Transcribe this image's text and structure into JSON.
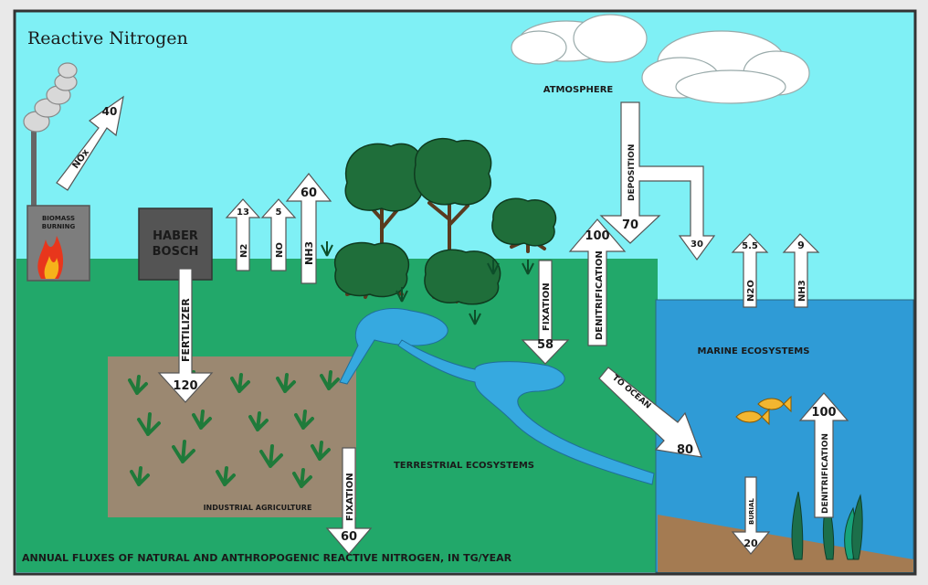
{
  "title": "Reactive Nitrogen",
  "caption": "ANNUAL FLUXES OF NATURAL AND ANTHROPOGENIC REACTIVE NITROGEN, IN TG/YEAR",
  "labels": {
    "atmosphere": "ATMOSPHERE",
    "terrestrial": "TERRESTRIAL ECOSYSTEMS",
    "marine": "MARINE ECOSYSTEMS",
    "agriculture": "INDUSTRIAL AGRICULTURE",
    "biomass_line1": "BIOMASS",
    "biomass_line2": "BURNING",
    "haber_line1": "HABER",
    "haber_line2": "BOSCH"
  },
  "fluxes": {
    "nox": {
      "label": "NOx",
      "value": "40"
    },
    "n2": {
      "label": "N2",
      "value": "13"
    },
    "no": {
      "label": "NO",
      "value": "5"
    },
    "nh3_land": {
      "label": "NH3",
      "value": "60"
    },
    "fertilizer": {
      "label": "FERTILIZER",
      "value": "120"
    },
    "fixation_agri": {
      "label": "FIXATION",
      "value": "60"
    },
    "fixation_land": {
      "label": "FIXATION",
      "value": "58"
    },
    "denitrification_land": {
      "label": "DENITRIFICATION",
      "value": "100"
    },
    "deposition_land": {
      "label": "DEPOSITION",
      "value": "70"
    },
    "deposition_ocean": {
      "value": "30"
    },
    "n2o_ocean": {
      "label": "N2O",
      "value": "5.5"
    },
    "nh3_ocean": {
      "label": "NH3",
      "value": "9"
    },
    "to_ocean": {
      "label": "TO OCEAN",
      "value": "80"
    },
    "denitrification_ocean": {
      "label": "DENITRIFICATION",
      "value": "100"
    },
    "burial": {
      "label": "BURIAL",
      "value": "20"
    }
  },
  "colors": {
    "sky": "#7ff0f5",
    "land": "#22a86a",
    "ocean": "#2f9bd6",
    "soil": "#9b8871",
    "sediment": "#a47b52",
    "tree_dark": "#1f6e3a",
    "arrow_fill": "#ffffff"
  }
}
